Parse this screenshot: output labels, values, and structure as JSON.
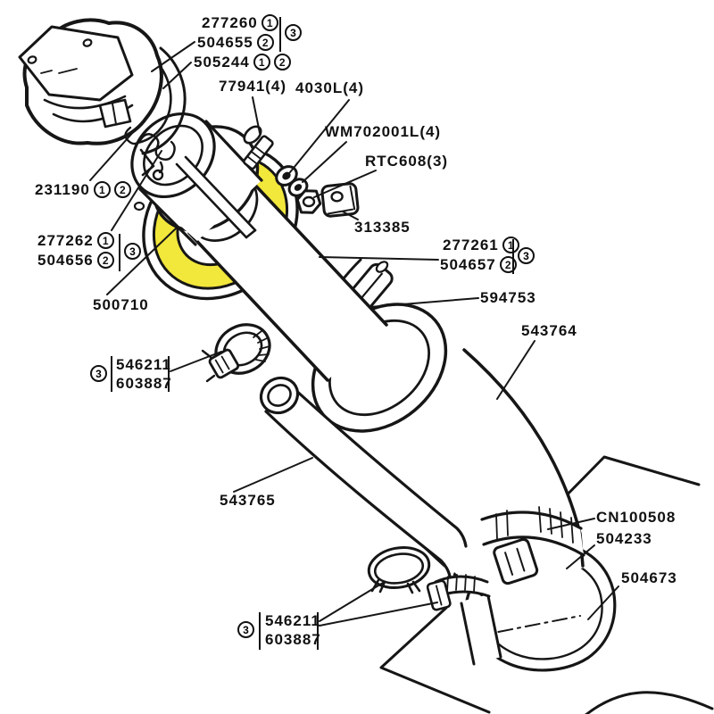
{
  "meta": {
    "type": "exploded-parts-diagram",
    "subject": "Fuel filler assembly parts diagram"
  },
  "colors": {
    "background": "#ffffff",
    "line": "#161616",
    "highlight": "#f2e73b"
  },
  "badges": {
    "one": "1",
    "two": "2",
    "three": "3"
  },
  "parts": {
    "p277260": "277260",
    "p504655": "504655",
    "p505244": "505244",
    "p77941": "77941(4)",
    "p4030l": "4030L(4)",
    "pwm702001l": "WM702001L(4)",
    "prtc608": "RTC608(3)",
    "p313385": "313385",
    "p231190": "231190",
    "p277262": "277262",
    "p504656": "504656",
    "p500710": "500710",
    "p277261": "277261",
    "p504657": "504657",
    "p594753": "594753",
    "p543764": "543764",
    "p546211": "546211",
    "p603887": "603887",
    "p543765": "543765",
    "pcn100508": "CN100508",
    "p504233": "504233",
    "p504673": "504673"
  }
}
